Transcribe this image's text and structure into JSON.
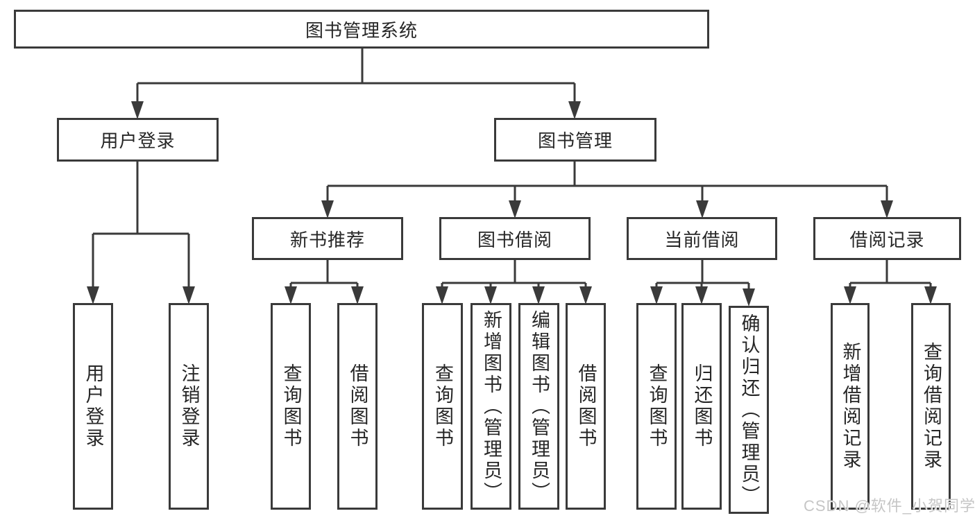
{
  "diagram": {
    "nodes": {
      "root": "图书管理系统",
      "user_login": "用户登录",
      "book_management": "图书管理",
      "new_book_recommend": "新书推荐",
      "book_borrowing": "图书借阅",
      "current_borrowing": "当前借阅",
      "borrowing_records": "借阅记录",
      "leaf_user_login": "用户登录",
      "leaf_logout": "注销登录",
      "nbr_query_books": "查询图书",
      "nbr_borrow_books": "借阅图书",
      "bb_query_books": "查询图书",
      "bb_add_books": "新增图书（管理员）",
      "bb_edit_books": "编辑图书（管理员）",
      "bb_borrow_books": "借阅图书",
      "cb_query_books": "查询图书",
      "cb_return_books": "归还图书",
      "cb_confirm_return": "确认归还（管理员）",
      "br_add_record": "新增借阅记录",
      "br_query_record": "查询借阅记录"
    },
    "watermark": "CSDN @软件_小贺同学",
    "colors": {
      "line": "#3a3a3a",
      "text": "#262626",
      "watermark": "#c6c6c6",
      "bg": "#ffffff"
    }
  }
}
